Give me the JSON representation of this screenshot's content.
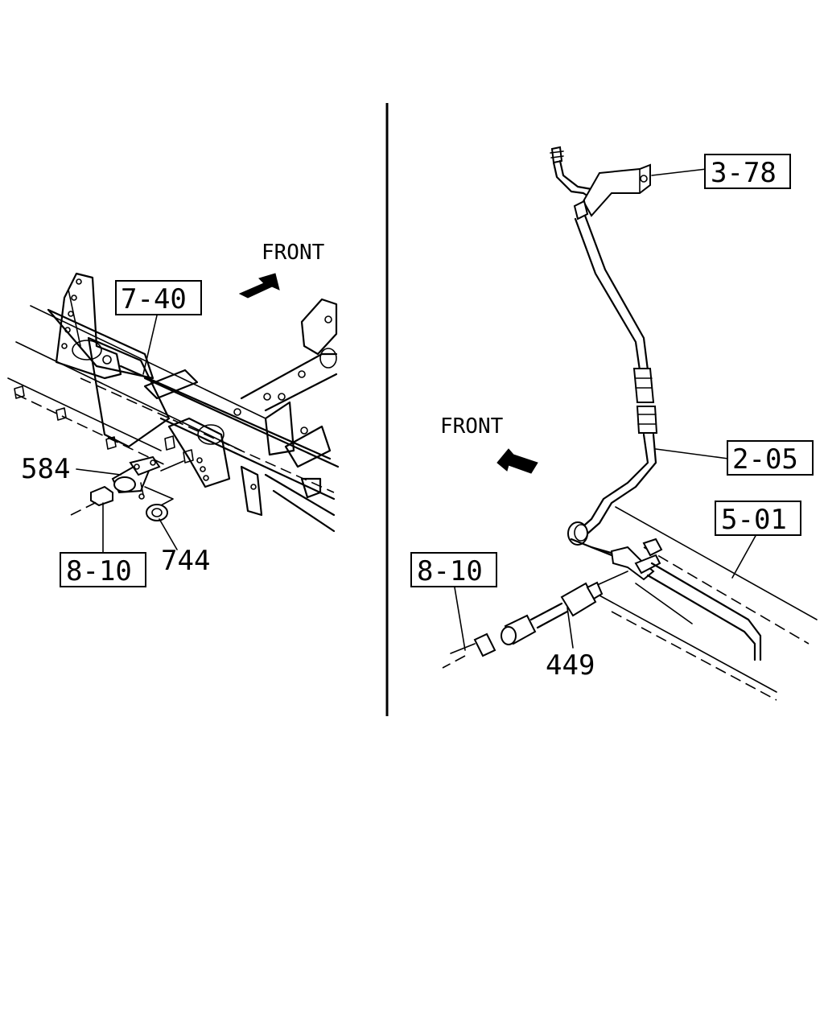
{
  "left_panel": {
    "front_label": "FRONT",
    "callouts": {
      "ref_7_40": "7-40",
      "part_584": "584",
      "ref_8_10": "8-10",
      "part_744": "744"
    }
  },
  "right_panel": {
    "front_label": "FRONT",
    "callouts": {
      "ref_3_78": "3-78",
      "ref_2_05": "2-05",
      "ref_5_01": "5-01",
      "ref_8_10": "8-10",
      "part_449": "449"
    }
  }
}
